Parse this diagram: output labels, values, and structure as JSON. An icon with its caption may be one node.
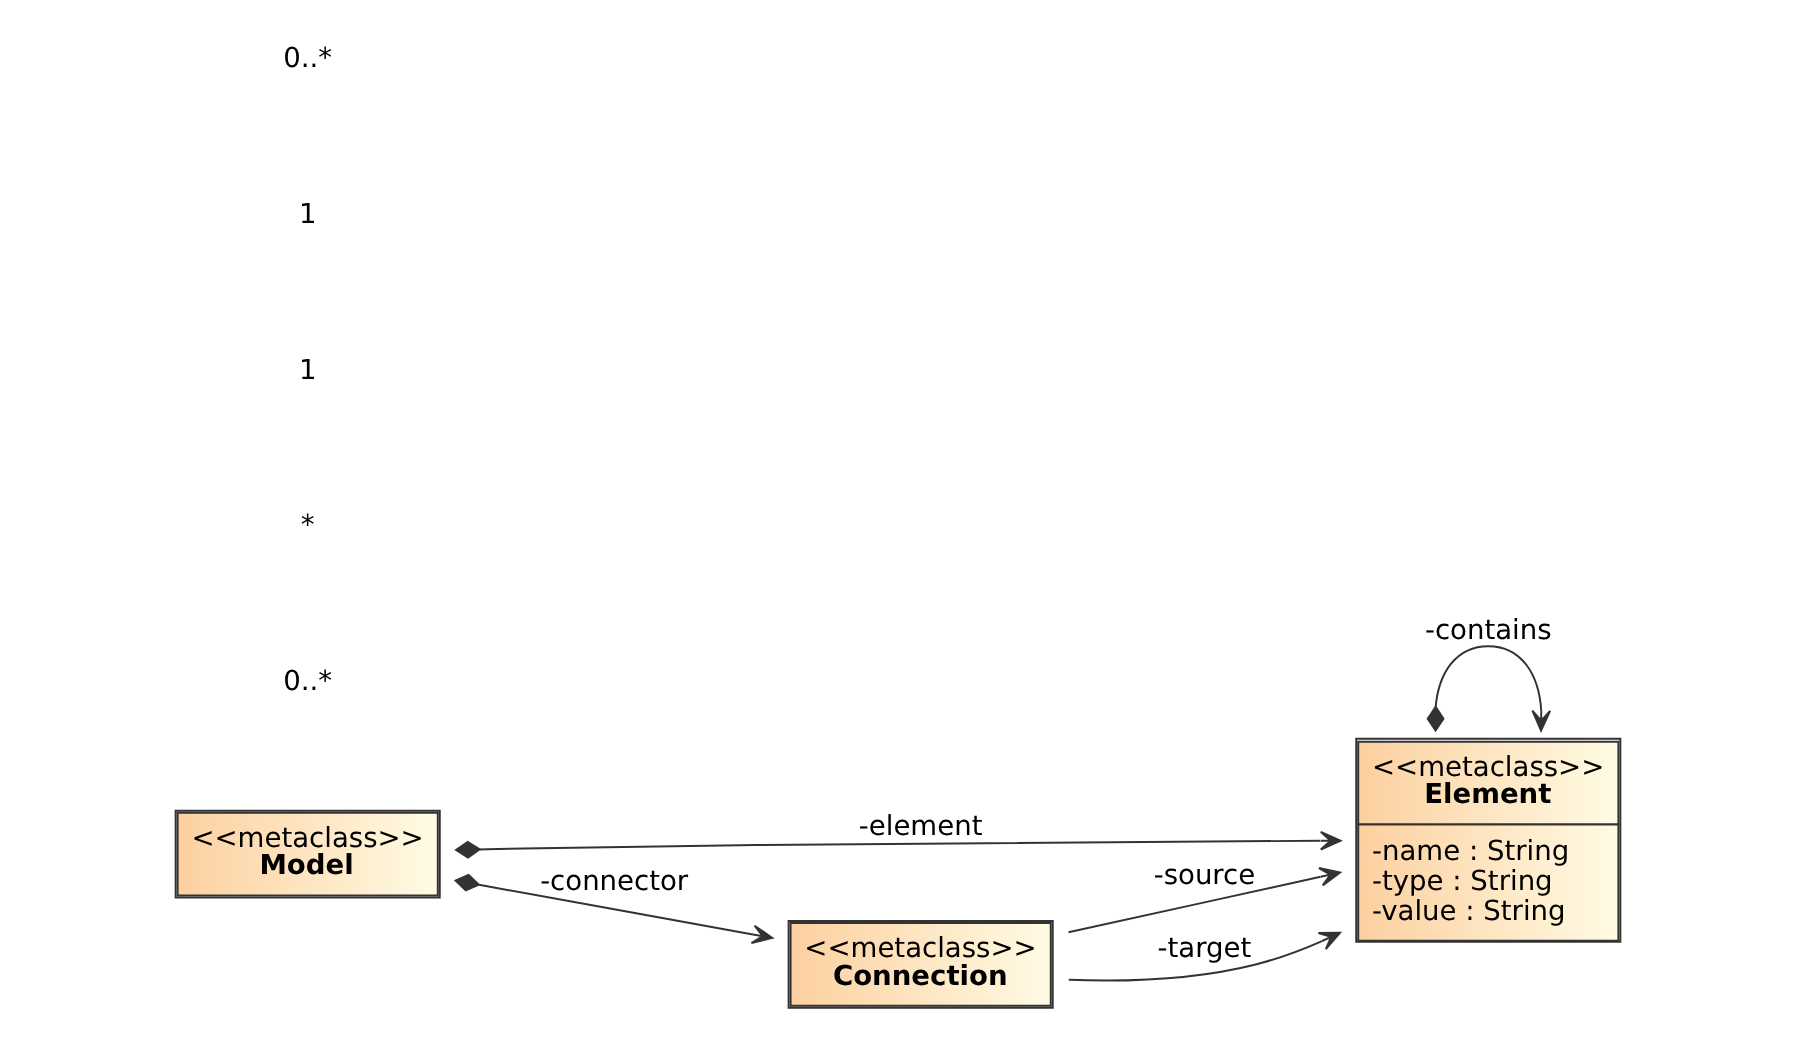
{
  "diagram": {
    "nodes": [
      {
        "text": [
          "<<metaclass>>",
          "Element",
          "-name : String",
          "-type : String",
          "-value : String"
        ]
      },
      {
        "text": [
          "<<metaclass>>",
          "Model"
        ]
      },
      {
        "text": [
          "<<metaclass>>",
          "Connection"
        ]
      }
    ],
    "edges": [
      {
        "from": 1,
        "to": 0,
        "arrow": "to",
        "label": "-element"
      },
      {
        "from": 0,
        "to": 0,
        "arrow": "to",
        "label": "-contains"
      },
      {
        "from": 2,
        "to": 0,
        "arrow": "to",
        "label": "-source"
      },
      {
        "from": 2,
        "to": 0,
        "arrow": "to",
        "label": "-target"
      },
      {
        "from": 1,
        "to": 2,
        "arrow": "to",
        "label": "-connector"
      }
    ],
    "labels": [
      "0..*",
      "*",
      "1",
      "1",
      "0..*"
    ]
  }
}
